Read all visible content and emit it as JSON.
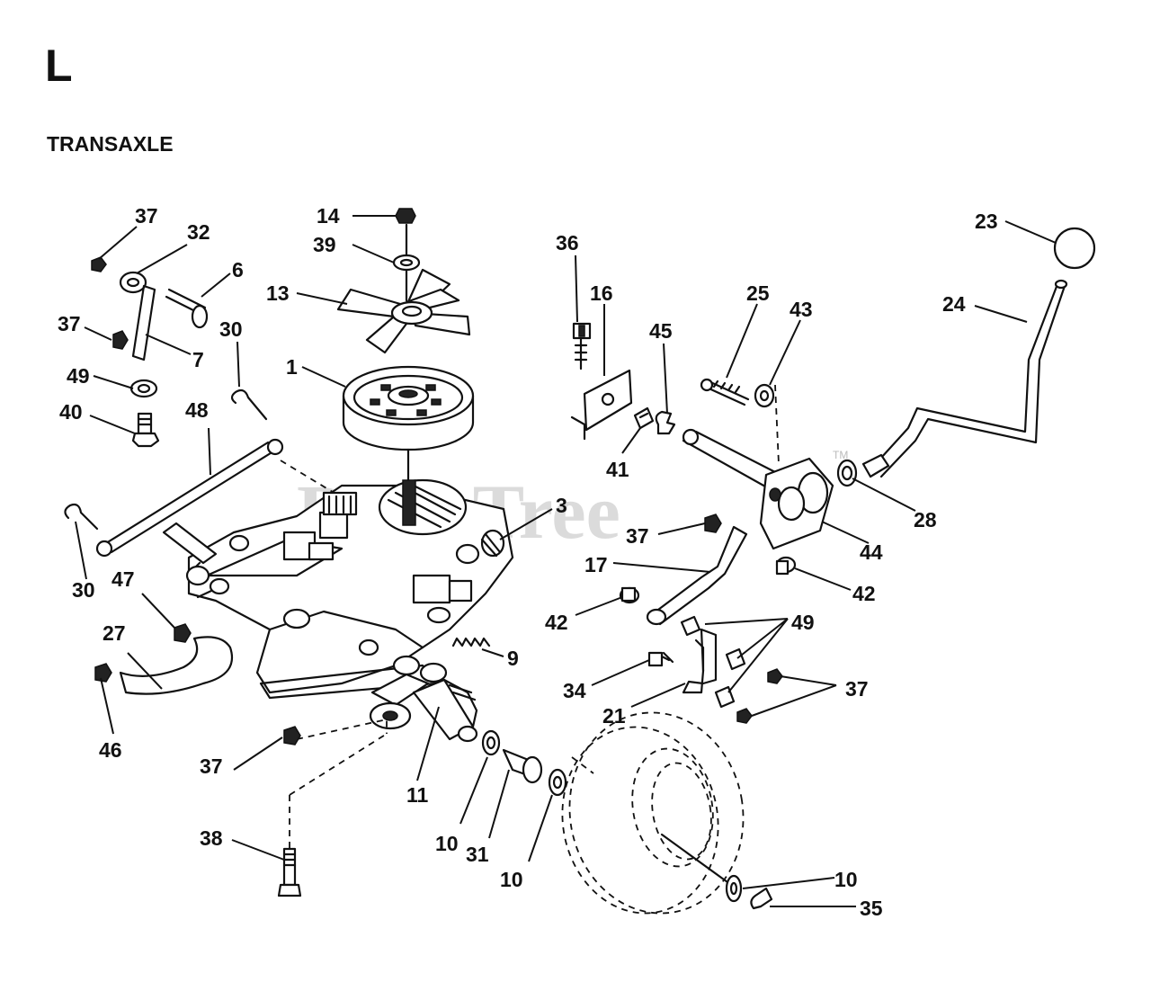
{
  "header": {
    "section_letter": "L",
    "section_title": "TRANSAXLE"
  },
  "watermark": {
    "text": "PartsTree",
    "trademark": "TM"
  },
  "callouts": [
    "37",
    "32",
    "6",
    "37",
    "7",
    "49",
    "40",
    "30",
    "48",
    "30",
    "47",
    "27",
    "46",
    "14",
    "39",
    "13",
    "1",
    "3",
    "9",
    "11",
    "37",
    "38",
    "10",
    "31",
    "10",
    "36",
    "16",
    "45",
    "41",
    "25",
    "43",
    "23",
    "24",
    "28",
    "44",
    "37",
    "17",
    "42",
    "42",
    "49",
    "34",
    "21",
    "37",
    "10",
    "35"
  ]
}
